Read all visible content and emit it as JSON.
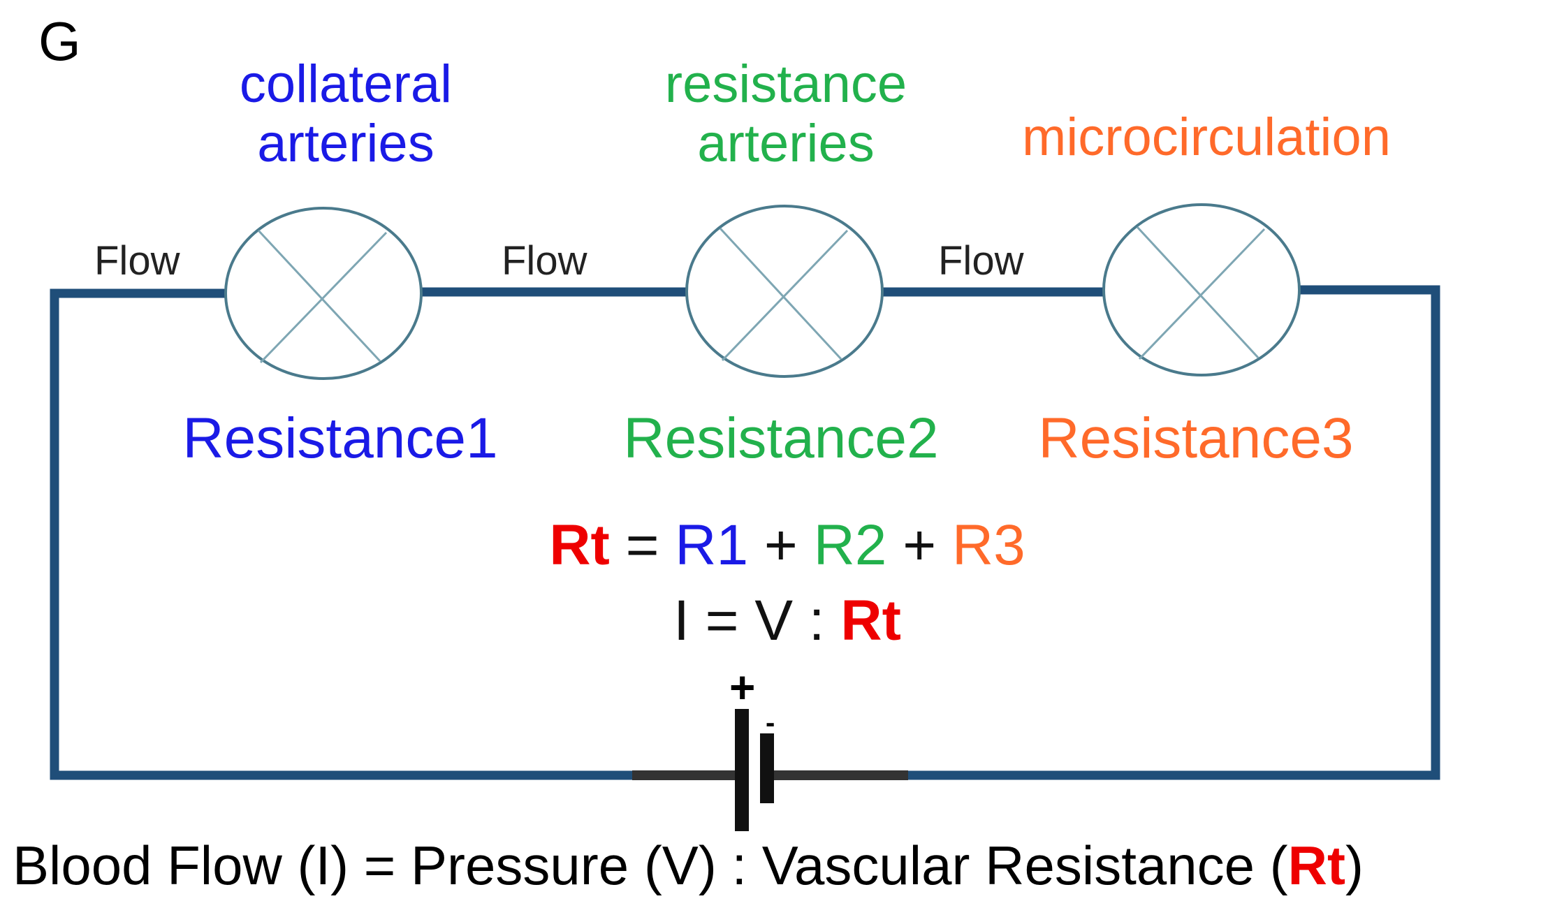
{
  "panel_label": "G",
  "colors": {
    "wire": "#1f4e79",
    "resistor": "#4a7a8c",
    "r1": "#1a1ae6",
    "r2": "#22b14c",
    "r3": "#ff6a2a",
    "rt": "#ee0000",
    "text": "#000000"
  },
  "segments": [
    {
      "category_line1": "collateral",
      "category_line2": "arteries",
      "flow_label": "Flow",
      "resistance_label": "Resistance1"
    },
    {
      "category_line1": "resistance",
      "category_line2": "arteries",
      "flow_label": "Flow",
      "resistance_label": "Resistance2"
    },
    {
      "category_line1": "",
      "category_line2": "microcirculation",
      "flow_label": "Flow",
      "resistance_label": "Resistance3"
    }
  ],
  "equation1": {
    "rt": "Rt",
    "equals": " = ",
    "r1": "R1",
    "plus1": " + ",
    "r2": "R2",
    "plus2": " + ",
    "r3": "R3"
  },
  "equation2": {
    "prefix": "I = V : ",
    "rt": "Rt"
  },
  "battery": {
    "plus": "+",
    "minus": "-"
  },
  "caption": {
    "prefix": "Blood Flow (I) = Pressure (V) : Vascular Resistance (",
    "rt": "Rt",
    "suffix": ")"
  }
}
